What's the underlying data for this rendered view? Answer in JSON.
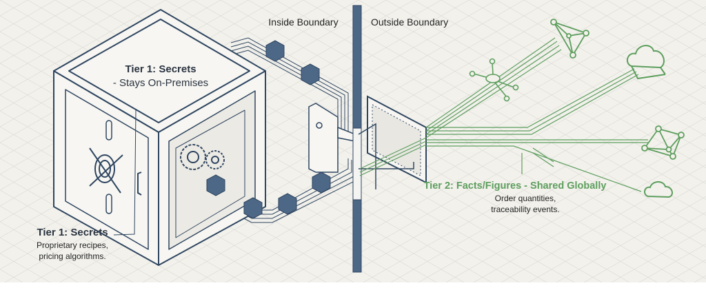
{
  "labels": {
    "inside": "Inside Boundary",
    "outside": "Outside Boundary",
    "tier1_top_title": "Tier 1: Secrets",
    "tier1_top_sub": "- Stays On-Premises",
    "tier1_bottom_title": "Tier 1: Secrets",
    "tier1_bottom_line1": "Proprietary recipes,",
    "tier1_bottom_line2": "pricing algorithms.",
    "tier2_title": "Tier 2: Facts/Figures - Shared Globally",
    "tier2_line1": "Order quantities,",
    "tier2_line2": "traceability events."
  },
  "colors": {
    "background": "#f2f1ec",
    "navy": "#2e4560",
    "boundary": "#4d6786",
    "green": "#5d9e5d",
    "text": "#222222"
  }
}
